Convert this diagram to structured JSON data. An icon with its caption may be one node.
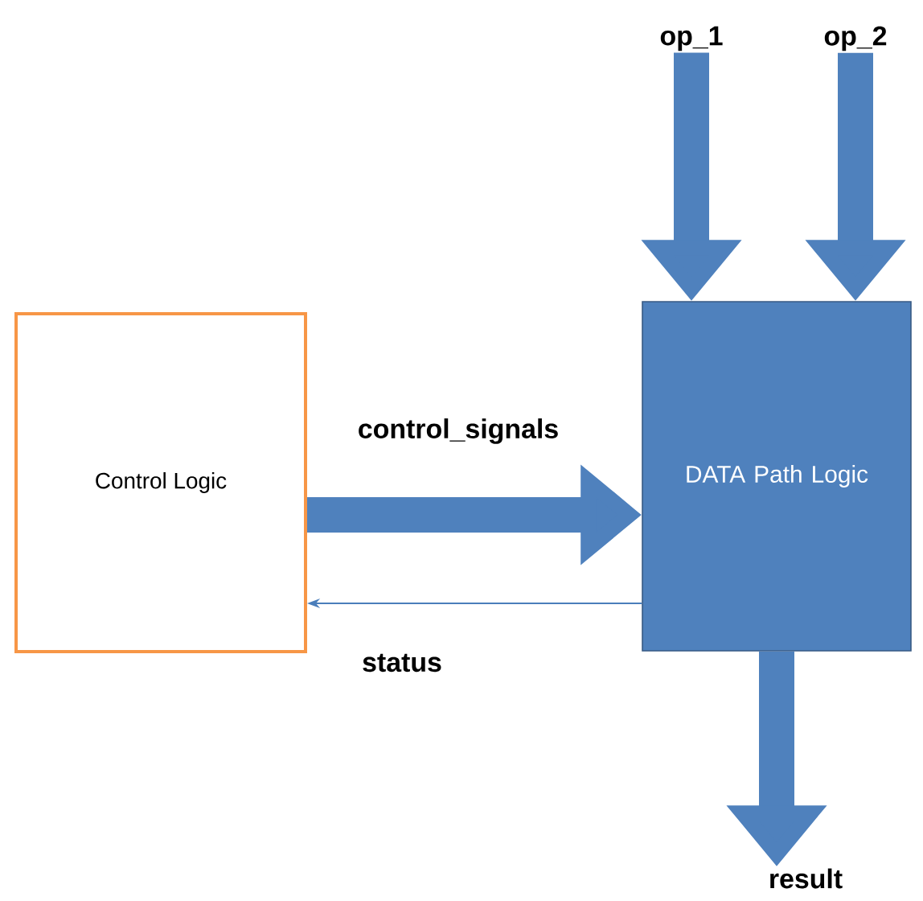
{
  "diagram": {
    "nodes": [
      {
        "text": [
          "Control Logic"
        ]
      },
      {
        "text": [
          "DATA Path Logic"
        ]
      },
      {
        "text": [
          "op_1"
        ]
      },
      {
        "text": [
          "op_2"
        ]
      },
      {
        "text": [
          "result"
        ]
      }
    ],
    "edges": [
      {
        "from": 2,
        "to": 1,
        "arrow": "to"
      },
      {
        "from": 3,
        "to": 1,
        "arrow": "to"
      },
      {
        "from": 0,
        "to": 1,
        "arrow": "to",
        "label": "control_signals"
      },
      {
        "from": 1,
        "to": 0,
        "arrow": "to",
        "label": "status"
      },
      {
        "from": 1,
        "to": 4,
        "arrow": "to"
      }
    ]
  }
}
